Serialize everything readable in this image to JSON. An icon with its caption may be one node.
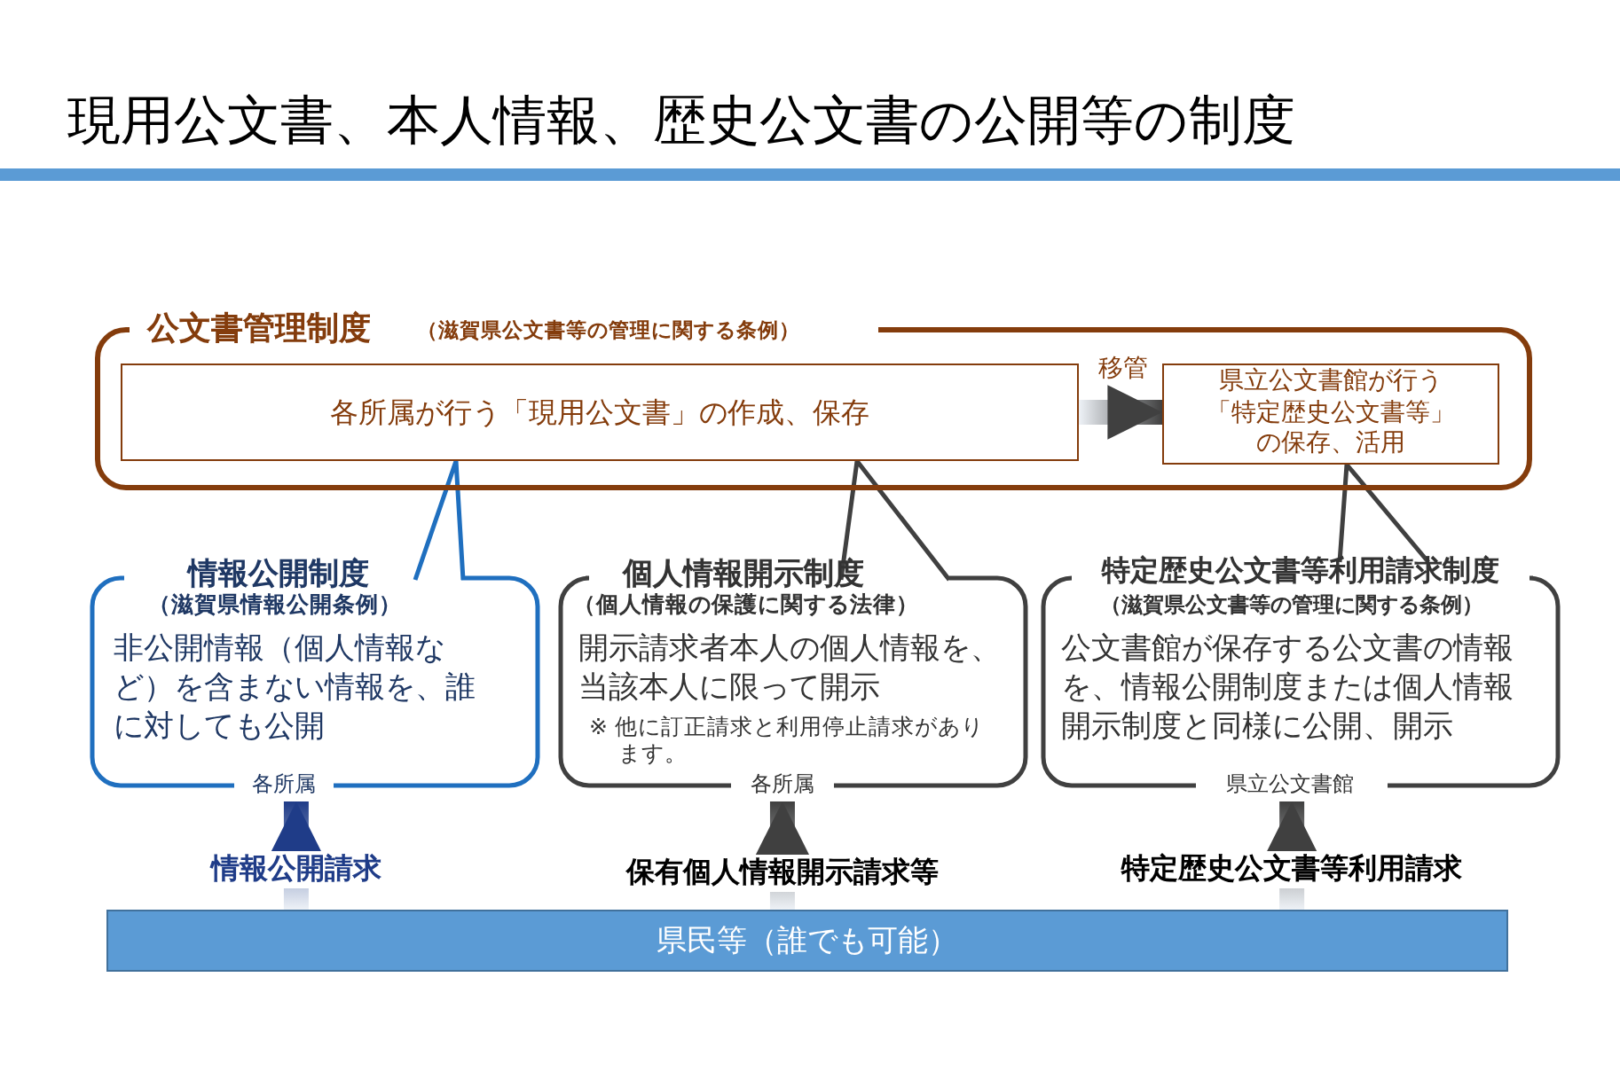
{
  "diagram": {
    "title": "現用公文書、本人情報、歴史公文書の公開等の制度",
    "nodes": [
      {
        "text": [
          "公文書管理制度",
          "（滋賀県公文書等の管理に関する条例）"
        ]
      },
      {
        "text": [
          "各所属が行う「現用公文書」の作成、保存"
        ],
        "in": 0
      },
      {
        "text": [
          "県立公文書館が行う「特定歴史公文書等」の保存、活用"
        ],
        "in": 0
      },
      {
        "text": [
          "情報公開制度",
          "（滋賀県情報公開条例）",
          "非公開情報（個人情報など）を含まない情報を、誰に対しても公開",
          "各所属"
        ]
      },
      {
        "text": [
          "個人情報開示制度",
          "（個人情報の保護に関する法律）",
          "開示請求者本人の個人情報を、当該本人に限って開示",
          "※ 他に訂正請求と利用停止請求があります。",
          "各所属"
        ]
      },
      {
        "text": [
          "特定歴史公文書等利用請求制度",
          "（滋賀県公文書等の管理に関する条例）",
          "公文書館が保存する公文書の情報を、情報公開制度または個人情報開示制度と同様に公開、開示",
          "県立公文書館"
        ]
      },
      {
        "text": [
          "県民等（誰でも可能）"
        ]
      }
    ],
    "edges": [
      {
        "from": 1,
        "to": 2,
        "arrow": "to",
        "label": "移管",
        "style": "thick"
      },
      {
        "from": 3,
        "to": 1,
        "arrow": "none",
        "color": "#1f6fbf"
      },
      {
        "from": 4,
        "to": 1,
        "arrow": "none"
      },
      {
        "from": 5,
        "to": 2,
        "arrow": "none"
      },
      {
        "from": 6,
        "to": 3,
        "arrow": "to",
        "label": "情報公開請求",
        "style": "thick",
        "color": "#1f3c88"
      },
      {
        "from": 6,
        "to": 4,
        "arrow": "to",
        "label": "保有個人情報開示請求等",
        "style": "thick"
      },
      {
        "from": 6,
        "to": 5,
        "arrow": "to",
        "label": "特定歴史公文書等利用請求",
        "style": "thick"
      }
    ]
  }
}
